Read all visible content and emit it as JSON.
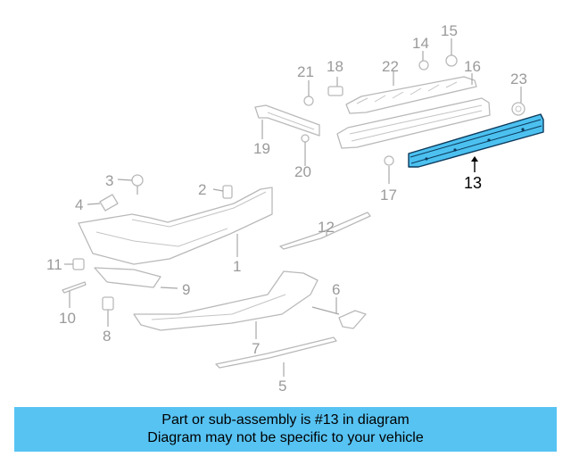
{
  "callouts": {
    "c1": "1",
    "c2": "2",
    "c3": "3",
    "c4": "4",
    "c5": "5",
    "c6": "6",
    "c7": "7",
    "c8": "8",
    "c9": "9",
    "c10": "10",
    "c11": "11",
    "c12": "12",
    "c13": "13",
    "c14": "14",
    "c15": "15",
    "c16": "16",
    "c17": "17",
    "c18": "18",
    "c19": "19",
    "c20": "20",
    "c21": "21",
    "c22": "22",
    "c23": "23"
  },
  "highlight": {
    "part_number": "13",
    "color": "#4cc1f0"
  },
  "banner": {
    "line1": "Part or sub-assembly is #13 in diagram",
    "line2": "Diagram may not be specific to your vehicle"
  }
}
